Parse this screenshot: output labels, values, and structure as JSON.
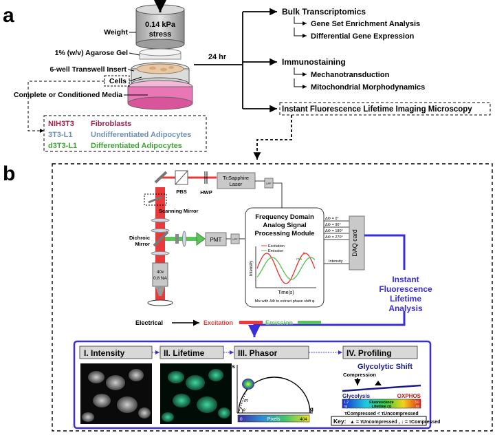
{
  "panel_a": {
    "label": "a",
    "weight_label": "Weight",
    "stress_value": "0.14 kPa",
    "stress_word": "stress",
    "gel_label": "1% (w/v) Agarose Gel",
    "insert_label": "6-well Transwell Insert",
    "cells_label": "Cells",
    "media_label": "Complete or Conditioned Media",
    "time_label": "24 hr",
    "cell_lines": [
      {
        "line": "NIH3T3",
        "type": "Fibroblasts",
        "color": "#a0234e"
      },
      {
        "line": "3T3-L1",
        "type": "Undifferentiated Adipocytes",
        "color": "#6d8fb8"
      },
      {
        "line": "d3T3-L1",
        "type": "Differentiated Adipocytes",
        "color": "#3fa535"
      }
    ],
    "outputs": {
      "bulk": "Bulk Transcriptomics",
      "bulk_subs": [
        "Gene Set Enrichment Analysis",
        "Differential Gene Expression"
      ],
      "immuno": "Immunostaining",
      "immuno_subs": [
        "Mechanotransduction",
        "Mitochondrial Morphodynamics"
      ],
      "flim": "Instant Fluorescence Lifetime Imaging Microscopy"
    }
  },
  "panel_b": {
    "label": "b",
    "laser": [
      "Ti:Sapphire",
      "Laser"
    ],
    "pbs": "PBS",
    "hwp": "HWP",
    "scanning_mirror": "Scanning Mirror",
    "dichroic_mirror": [
      "Dichroic",
      "Mirror"
    ],
    "objective": [
      "40x",
      "0.8 NA"
    ],
    "pmt": "PMT",
    "lpf": "LPF",
    "module_title": [
      "Frequency Domain",
      "Analog Signal",
      "Processing Module"
    ],
    "legend_excitation": "Excitation",
    "legend_emission": "Emission",
    "phase_labels": [
      "ΔΦ = 0°",
      "ΔΦ = 90°",
      "ΔΦ = 180°",
      "ΔΦ = 270°"
    ],
    "intensity_label": "Intensity",
    "intensity_axis": "Intensity",
    "time_axis": "Time(s)",
    "amp_labels": [
      "mA",
      "A"
    ],
    "mix_caption": "Mix with  ΔΦ to extract phase shift φ",
    "daq": "DAQ card",
    "analysis": [
      "Instant",
      "Fluorescence",
      "Lifetime",
      "Analysis"
    ],
    "electrical": "Electrical",
    "excitation": "Excitation",
    "emission": "Emission",
    "colors": {
      "excitation": "#e83a3a",
      "emission": "#5cc25c",
      "analysis": "#3a2fd6"
    },
    "steps": [
      "I. Intensity",
      "II. Lifetime",
      "III. Phasor",
      "IV. Profiling"
    ],
    "phasor": {
      "s_axis": "s",
      "g_axis": "g",
      "m_label": "m",
      "phi_label": "φ",
      "pixels_label": "Pixels",
      "pixels_min": "0",
      "pixels_max": "404"
    },
    "profiling": {
      "title": "Glycolytic Shift",
      "compression": "Compression",
      "glycolysis": "Glycolysis",
      "oxphos": "OXPHOS",
      "bar_min": [
        "1.2",
        "ns"
      ],
      "bar_max": [
        "3.0",
        "ns"
      ],
      "bar_label": [
        "Fluorescence",
        "Lifetime (τ)"
      ],
      "inequality": "τCompressed < τUncompressed",
      "key_prefix": "Key:",
      "key_text": "▲ = τUncompressed , ↓ = τCompressed"
    }
  }
}
